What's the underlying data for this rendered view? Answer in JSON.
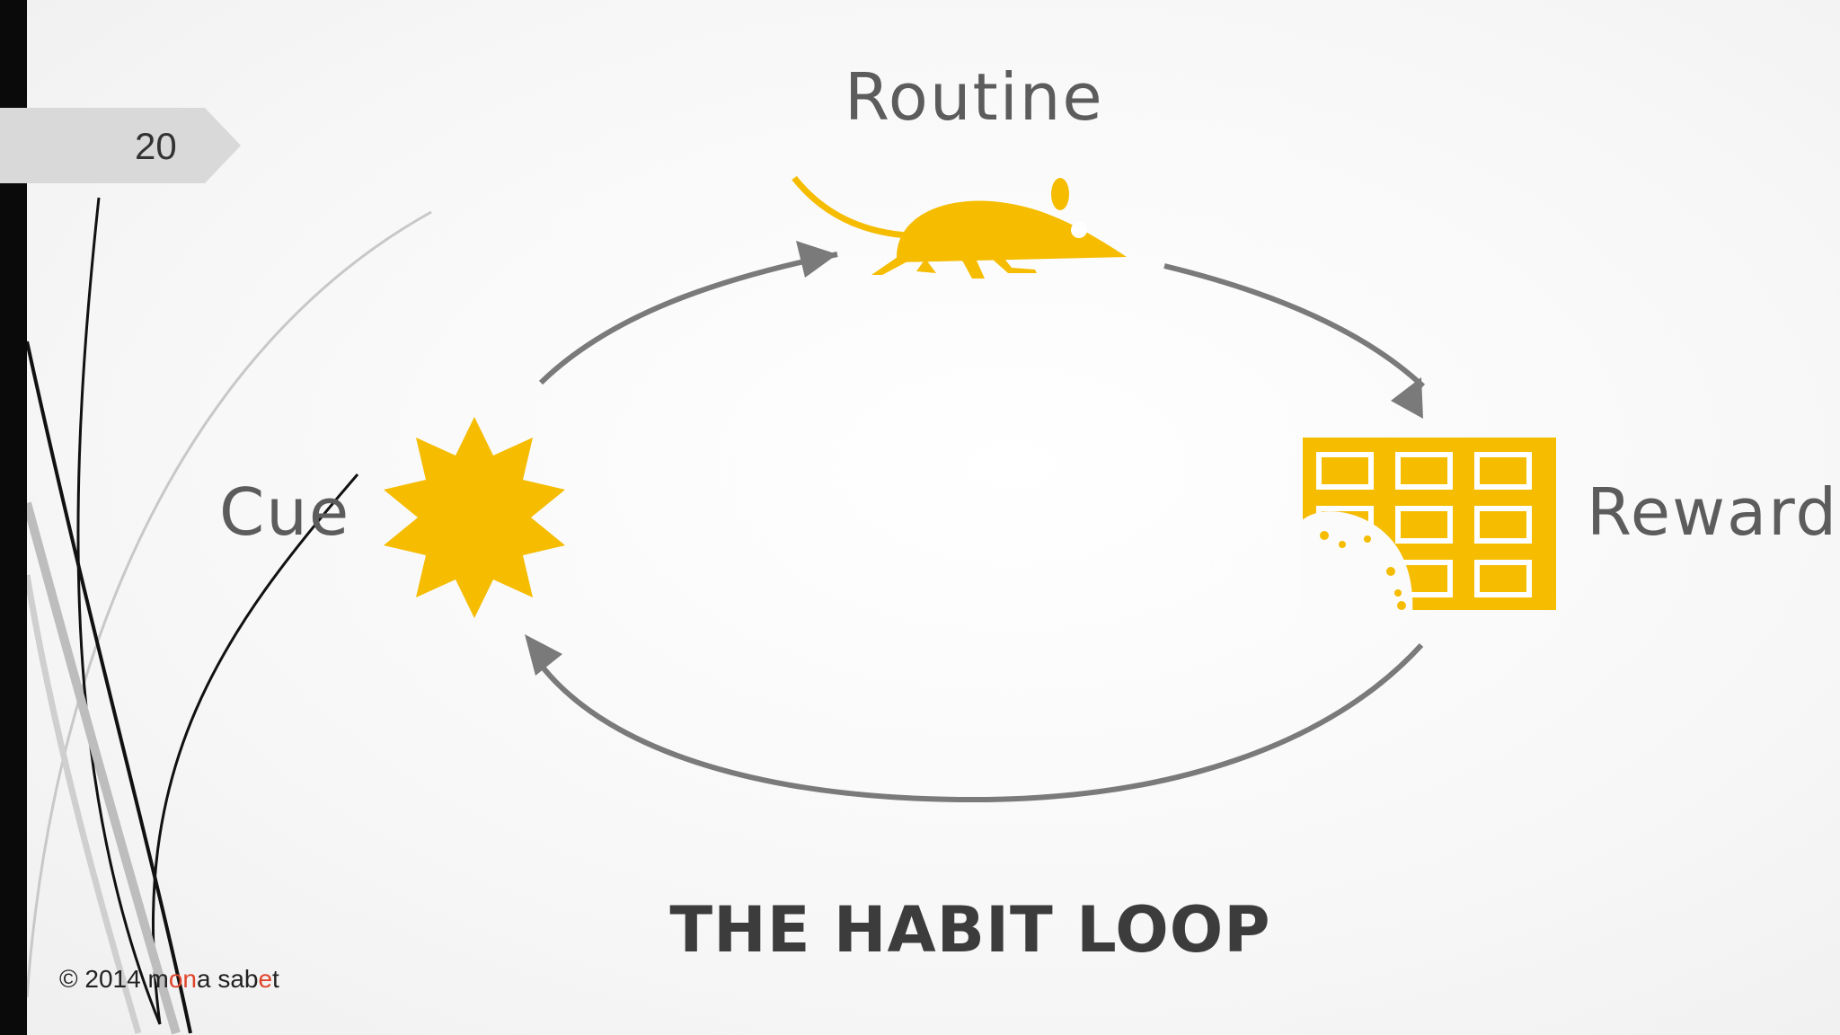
{
  "slide": {
    "page_number": "20",
    "title": "THE HABIT LOOP",
    "copyright": {
      "prefix": "© 2014 m",
      "accent_1": "on",
      "middle": "a sab",
      "accent_2": "e",
      "suffix": "t"
    }
  },
  "diagram": {
    "nodes": [
      {
        "id": "routine",
        "label": "Routine",
        "icon": "mouse-icon"
      },
      {
        "id": "cue",
        "label": "Cue",
        "icon": "starburst-icon"
      },
      {
        "id": "reward",
        "label": "Reward",
        "icon": "chocolate-bar-icon"
      }
    ],
    "edges": [
      {
        "from": "cue",
        "to": "routine"
      },
      {
        "from": "routine",
        "to": "reward"
      },
      {
        "from": "reward",
        "to": "cue"
      }
    ]
  },
  "colors": {
    "icon_fill": "#F5BC00",
    "arrow": "#7a7a7a",
    "text": "#5c5c5c",
    "accent": "#e0452b",
    "sidebar": "#0a0a0a",
    "page_tab": "#d9d9d9"
  }
}
